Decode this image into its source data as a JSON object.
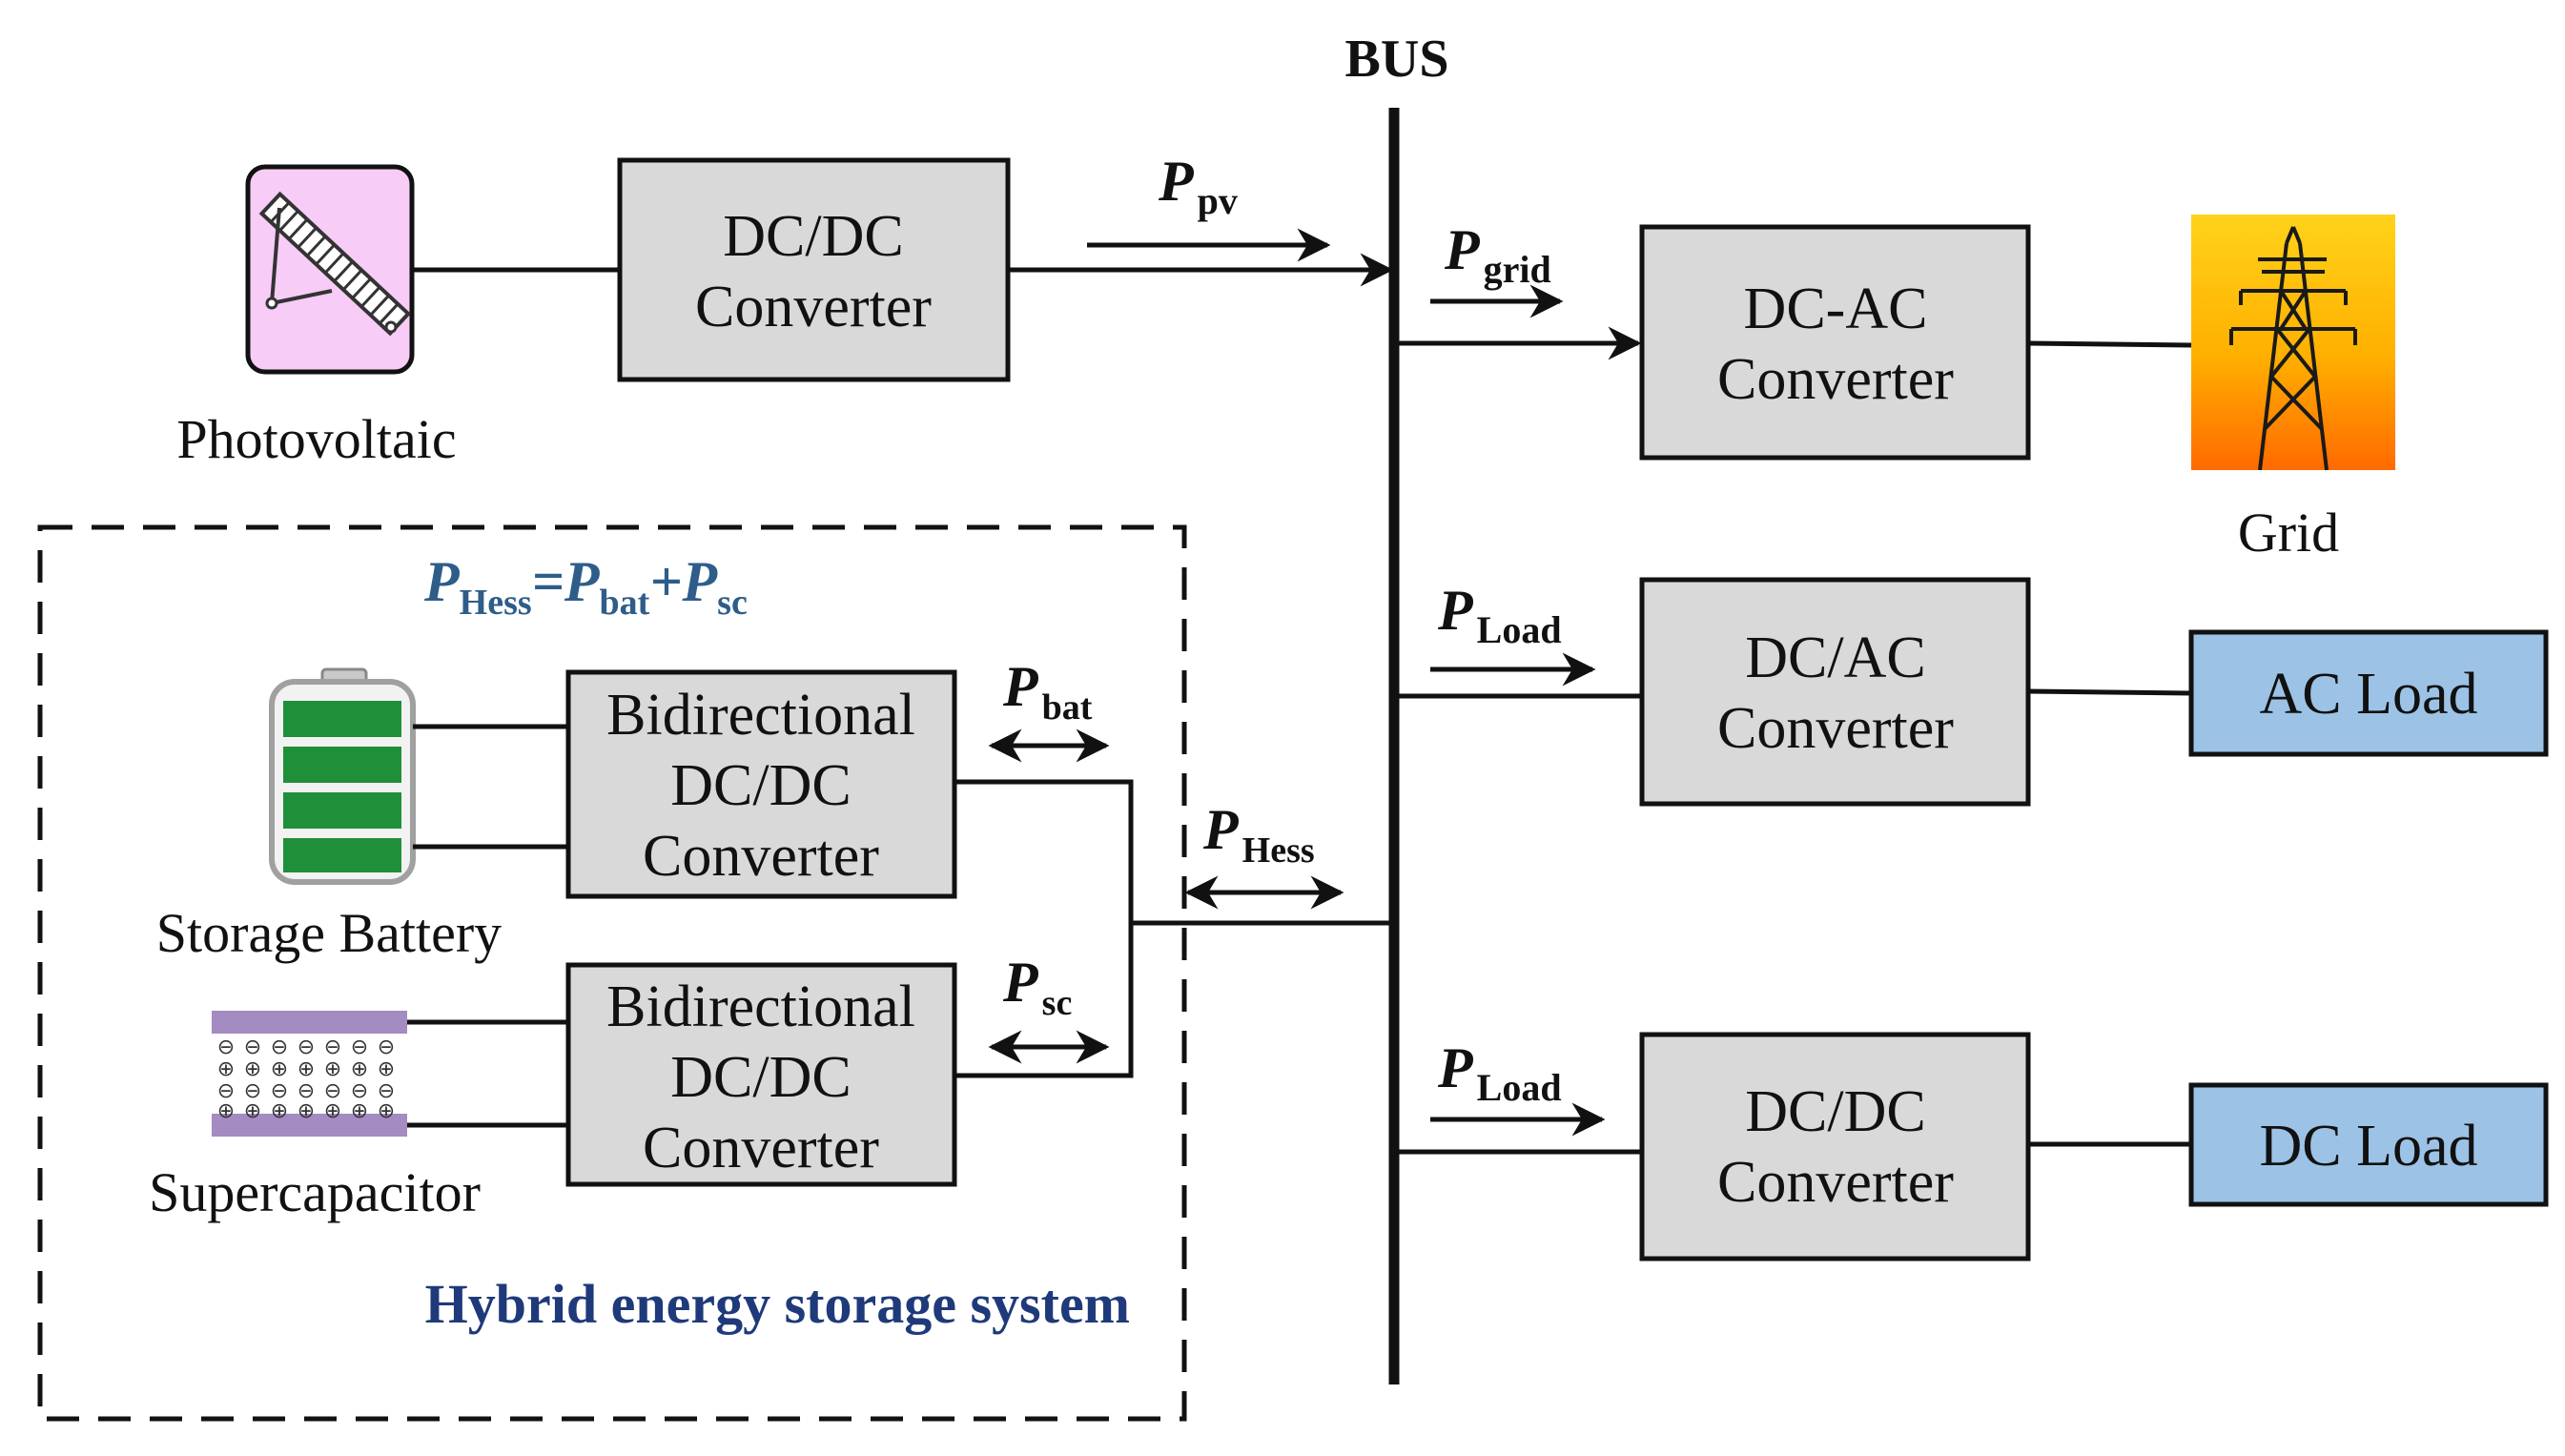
{
  "bus": {
    "label": "BUS"
  },
  "photovoltaic": {
    "label": "Photovoltaic"
  },
  "pv_converter": {
    "line1": "DC/DC",
    "line2": "Converter"
  },
  "grid_converter": {
    "line1": "DC-AC",
    "line2": "Converter"
  },
  "grid": {
    "label": "Grid"
  },
  "ac_converter": {
    "line1": "DC/AC",
    "line2": "Converter"
  },
  "ac_load": {
    "label": "AC Load"
  },
  "dc_converter": {
    "line1": "DC/DC",
    "line2": "Converter"
  },
  "dc_load": {
    "label": "DC Load"
  },
  "battery": {
    "label": "Storage Battery"
  },
  "battery_converter": {
    "line1": "Bidirectional",
    "line2": "DC/DC",
    "line3": "Converter"
  },
  "supercap": {
    "label": "Supercapacitor"
  },
  "supercap_converter": {
    "line1": "Bidirectional",
    "line2": "DC/DC",
    "line3": "Converter"
  },
  "hess": {
    "title": "Hybrid energy storage system",
    "equation": {
      "p1": "P",
      "s1": "Hess",
      "eq": "=",
      "p2": "P",
      "s2": "bat",
      "plus": "+",
      "p3": "P",
      "s3": "sc"
    }
  },
  "power_labels": {
    "pv": {
      "main": "P",
      "sub": "pv"
    },
    "grid": {
      "main": "P",
      "sub": "grid"
    },
    "load_ac": {
      "main": "P",
      "sub": "Load"
    },
    "load_dc": {
      "main": "P",
      "sub": "Load"
    },
    "hess": {
      "main": "P",
      "sub": "Hess"
    },
    "bat": {
      "main": "P",
      "sub": "bat"
    },
    "sc": {
      "main": "P",
      "sub": "sc"
    }
  },
  "colors": {
    "hess_title": "#1f3a7a",
    "hess_equation": "#2e5d8a",
    "pv_panel_bg": "#f7ccf7",
    "load_box": "#9cc3e6",
    "converter_box": "#d9d9d9",
    "battery_cell": "#1f8f3a",
    "supercap_plate": "#a48bc1"
  }
}
